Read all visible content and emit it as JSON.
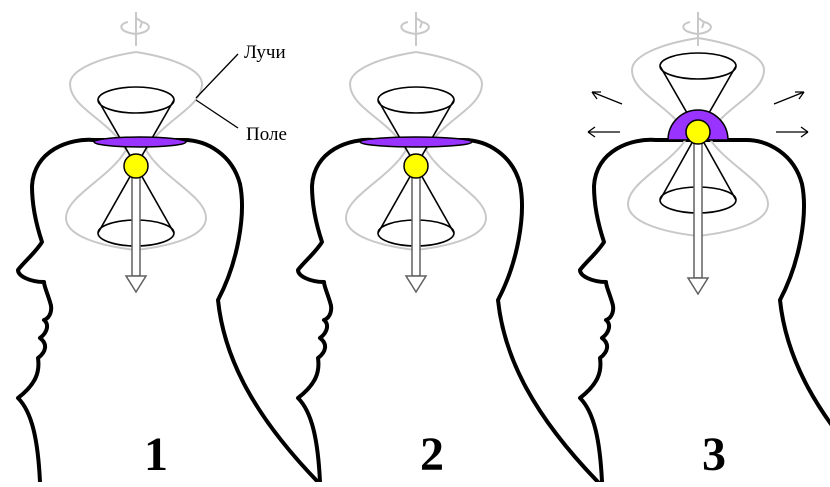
{
  "labels": {
    "rays": "Лучи",
    "field": "Поле"
  },
  "panels": [
    {
      "number": "1"
    },
    {
      "number": "2"
    },
    {
      "number": "3"
    }
  ],
  "colors": {
    "outline": "#000000",
    "field_disc": "#9933ff",
    "center_point": "#ffff00",
    "halo": "#c8c8c8",
    "arrow": "#606060"
  },
  "icons": {
    "rotation": "rotation-arrow-icon",
    "radiation": "arrow-icon"
  }
}
